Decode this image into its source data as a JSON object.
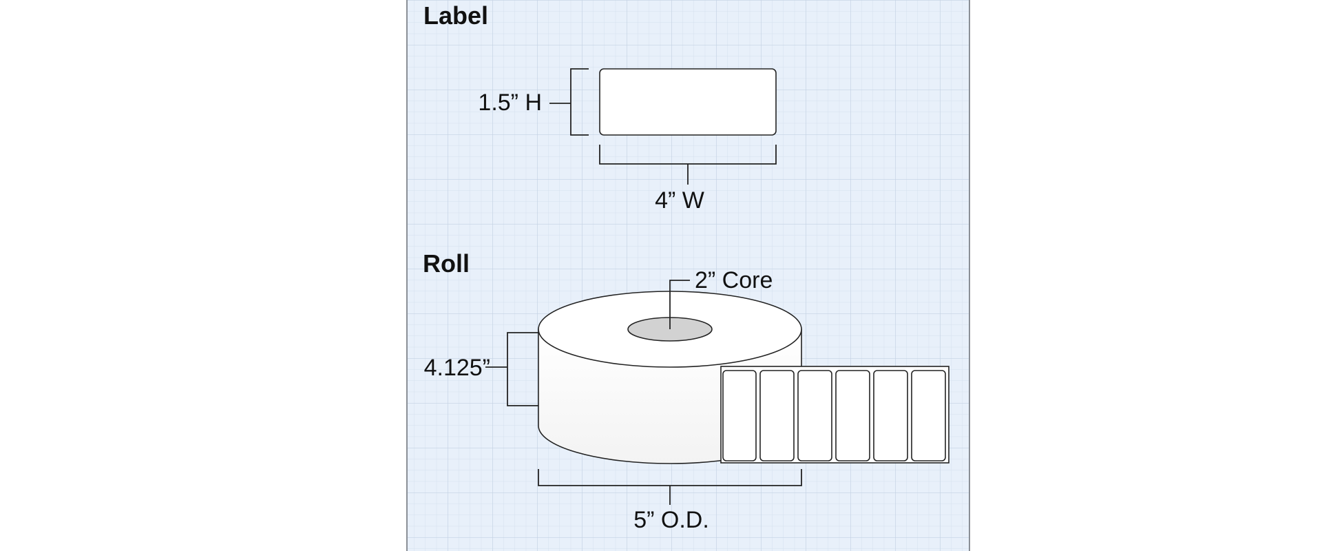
{
  "label_section": {
    "heading": "Label",
    "height_label": "1.5” H",
    "width_label": "4” W"
  },
  "roll_section": {
    "heading": "Roll",
    "core_label": "2” Core",
    "roll_width_label": "4.125”",
    "outer_diameter_label": "5” O.D."
  },
  "colors": {
    "panel_background": "#e8f0fa",
    "grid_minor": "#d5e0ee",
    "grid_major": "#c3d1e3",
    "core_fill": "#d2d2d2",
    "label_fill": "#ffffff"
  }
}
